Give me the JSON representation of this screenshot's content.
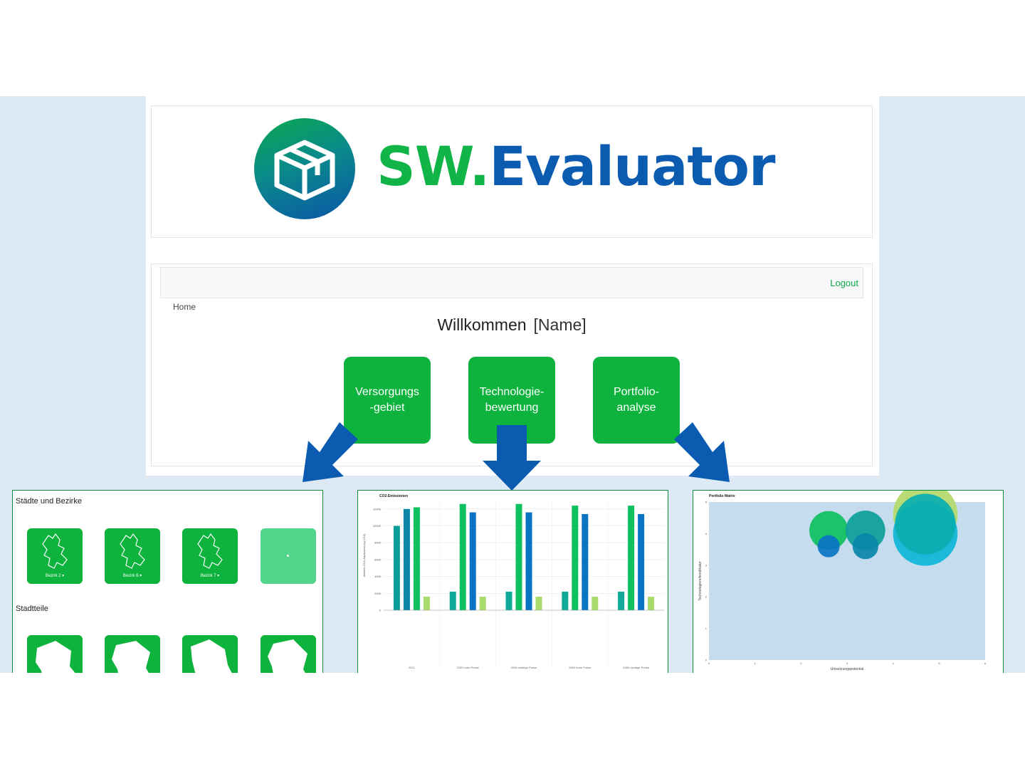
{
  "brand": {
    "name_part1": "SW.",
    "name_part2": "Evaluator",
    "logo_icon": "box-icon",
    "colors": {
      "green": "#11b446",
      "blue": "#0b5cb0"
    }
  },
  "nav": {
    "logout": "Logout"
  },
  "breadcrumb": "Home",
  "welcome": {
    "text": "Willkommen",
    "name": "[Name]"
  },
  "tiles": [
    {
      "line1": "Versorgungs",
      "line2": "-gebiet"
    },
    {
      "line1": "Technologie-",
      "line2": "bewertung"
    },
    {
      "line1": "Portfolio-",
      "line2": "analyse"
    }
  ],
  "panel1": {
    "section1": "Städte und Bezirke",
    "districts": [
      "Bezirk 2",
      "Bezirk 6",
      "Bezirk 7"
    ],
    "section2": "Stadtteile"
  },
  "panel2": {
    "chart_title": "CO2-Emissionen",
    "ylabel": "direktes CO2-Äquivalent (kg CO2)"
  },
  "panel3": {
    "chart_title": "Portfolio Matrix",
    "xlabel": "Umsetzungspotential",
    "ylabel": "Technologiereifeindikator"
  },
  "chart_data": [
    {
      "type": "bar",
      "title": "CO2-Emissionen",
      "ylabel": "direktes CO2-Äquivalent (kg CO2)",
      "ylim": [
        0,
        13000
      ],
      "yticks": [
        0,
        2000,
        4000,
        6000,
        8000,
        10000,
        12000
      ],
      "groups": [
        {
          "label": "2021",
          "values": [
            {
              "v": 10000,
              "c": "#0a9e9a"
            },
            {
              "v": 12000,
              "c": "#0a86a8"
            },
            {
              "v": 12200,
              "c": "#0dc060"
            },
            {
              "v": 1600,
              "c": "#a9db6c"
            }
          ]
        },
        {
          "label": "2035 hohe Preise",
          "values": [
            {
              "v": 2200,
              "c": "#0fa99a"
            },
            {
              "v": 12600,
              "c": "#0dc060"
            },
            {
              "v": 11600,
              "c": "#0a74c4"
            },
            {
              "v": 1600,
              "c": "#a9db6c"
            }
          ]
        },
        {
          "label": "2035 niedrige Preise",
          "values": [
            {
              "v": 2200,
              "c": "#0fa99a"
            },
            {
              "v": 12600,
              "c": "#0dc060"
            },
            {
              "v": 11600,
              "c": "#0a74c4"
            },
            {
              "v": 1600,
              "c": "#a9db6c"
            }
          ]
        },
        {
          "label": "2050 hohe Preise",
          "values": [
            {
              "v": 2200,
              "c": "#0fa99a"
            },
            {
              "v": 12400,
              "c": "#0dc060"
            },
            {
              "v": 11400,
              "c": "#0a74c4"
            },
            {
              "v": 1600,
              "c": "#a9db6c"
            }
          ]
        },
        {
          "label": "2050 niedrige Preise",
          "values": [
            {
              "v": 2200,
              "c": "#0fa99a"
            },
            {
              "v": 12400,
              "c": "#0dc060"
            },
            {
              "v": 11400,
              "c": "#0a74c4"
            },
            {
              "v": 1600,
              "c": "#a9db6c"
            }
          ]
        }
      ]
    },
    {
      "type": "scatter",
      "title": "Portfolio Matrix",
      "xlabel": "Umsetzungspotential",
      "ylabel": "Technologiereifeindikator",
      "xlim": [
        0,
        6
      ],
      "ylim": [
        0,
        5
      ],
      "xticks": [
        0,
        1,
        2,
        3,
        4,
        5,
        6
      ],
      "yticks": [
        0,
        1,
        2,
        3,
        4,
        5
      ],
      "points": [
        {
          "x": 2.6,
          "y": 4.1,
          "r": 0.42,
          "c": "#0dc060"
        },
        {
          "x": 3.4,
          "y": 4.1,
          "r": 0.43,
          "c": "#0a9e9a"
        },
        {
          "x": 2.6,
          "y": 3.6,
          "r": 0.24,
          "c": "#0a74c4"
        },
        {
          "x": 3.4,
          "y": 3.6,
          "r": 0.28,
          "c": "#0a86a8"
        },
        {
          "x": 4.7,
          "y": 4.6,
          "r": 0.7,
          "c": "#b3d86a"
        },
        {
          "x": 4.7,
          "y": 4.0,
          "r": 0.7,
          "c": "#0db5d8"
        },
        {
          "x": 4.7,
          "y": 4.3,
          "r": 0.66,
          "c": "#0aaeb0"
        }
      ]
    }
  ]
}
